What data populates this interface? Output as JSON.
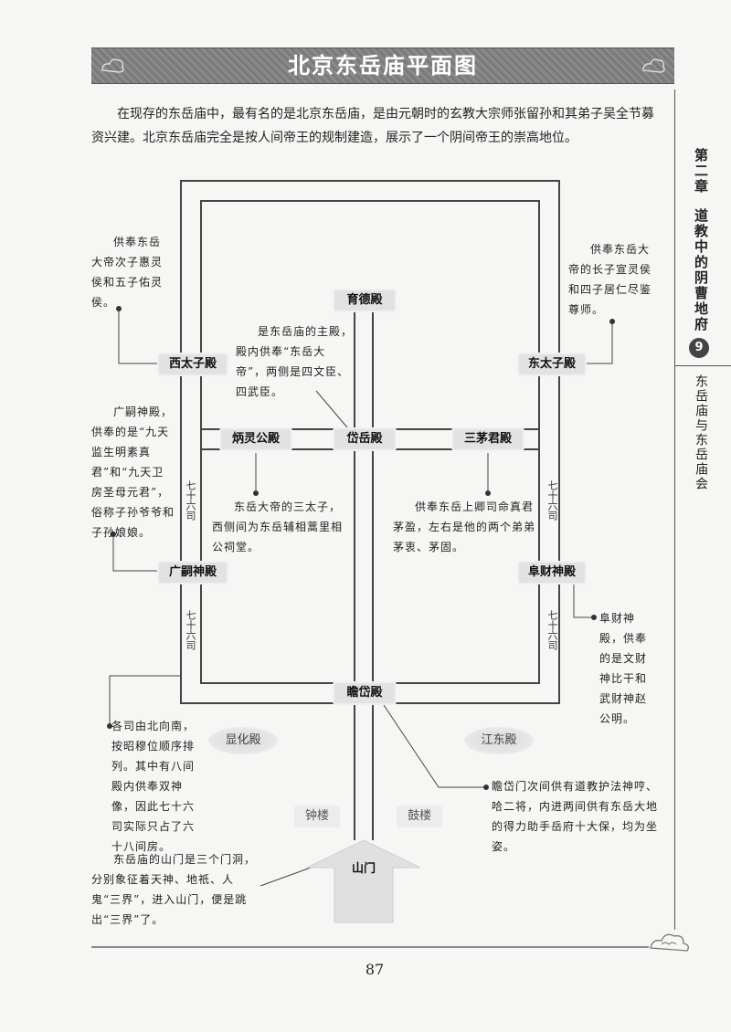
{
  "title": "北京东岳庙平面图",
  "intro": "在现存的东岳庙中，最有名的是北京东岳庙，是由元朝时的玄教大宗师张留孙和其弟子吴全节募资兴建。北京东岳庙完全是按人间帝王的规制建造，展示了一个阴间帝王的崇高地位。",
  "sidebar": {
    "chapter_number": "第二章",
    "chapter_title": "道教中的阴曹地府",
    "badge": "9",
    "section_title": "东岳庙与东岳庙会"
  },
  "halls": {
    "yude": "育德殿",
    "xitaizi": "西太子殿",
    "dongtaizi": "东太子殿",
    "bingling": "炳灵公殿",
    "daiyue": "岱岳殿",
    "sanmao": "三茅君殿",
    "guangsi": "广嗣神殿",
    "fucai": "阜财神殿",
    "zhandai": "瞻岱殿",
    "xianhua": "显化殿",
    "jiangdong": "江东殿",
    "zhonglou": "钟楼",
    "gulou": "鼓楼",
    "shanmen": "山门"
  },
  "side_labels": {
    "left_upper": "七十六司",
    "right_upper": "七十六司",
    "left_lower": "七十六司",
    "right_lower": "七十六司"
  },
  "notes": {
    "xitaizi": "供奉东岳大帝次子惠灵侯和五子佑灵侯。",
    "dongtaizi": "供奉东岳大帝的长子宣灵侯和四子居仁尽鉴尊师。",
    "daiyue": "是东岳庙的主殿，殿内供奉“东岳大帝”，两侧是四文臣、四武臣。",
    "guangsi": "广嗣神殿，供奉的是“九天监生明素真君”和“九天卫房圣母元君”，俗称子孙爷爷和子孙娘娘。",
    "bingling": "东岳大帝的三太子，西侧间为东岳辅相蒿里相公祠堂。",
    "sanmao": "供奉东岳上卿司命真君茅盈，左右是他的两个弟弟茅衷、茅固。",
    "fucai": "阜财神殿，供奉的是文财神比干和武财神赵公明。",
    "siju": "各司由北向南，按昭穆位顺序排列。其中有八间殿内供奉双神像，因此七十六司实际只占了六十八间房。",
    "zhandai": "瞻岱门次间供有道教护法神哼、哈二将，内进两间供有东岳大地的得力助手岳府十大保，均为坐姿。",
    "shanmen": "东岳庙的山门是三个门洞，分别象征着天神、地祇、人鬼“三界”，进入山门，便是跳出“三界”了。"
  },
  "page_number": "87"
}
